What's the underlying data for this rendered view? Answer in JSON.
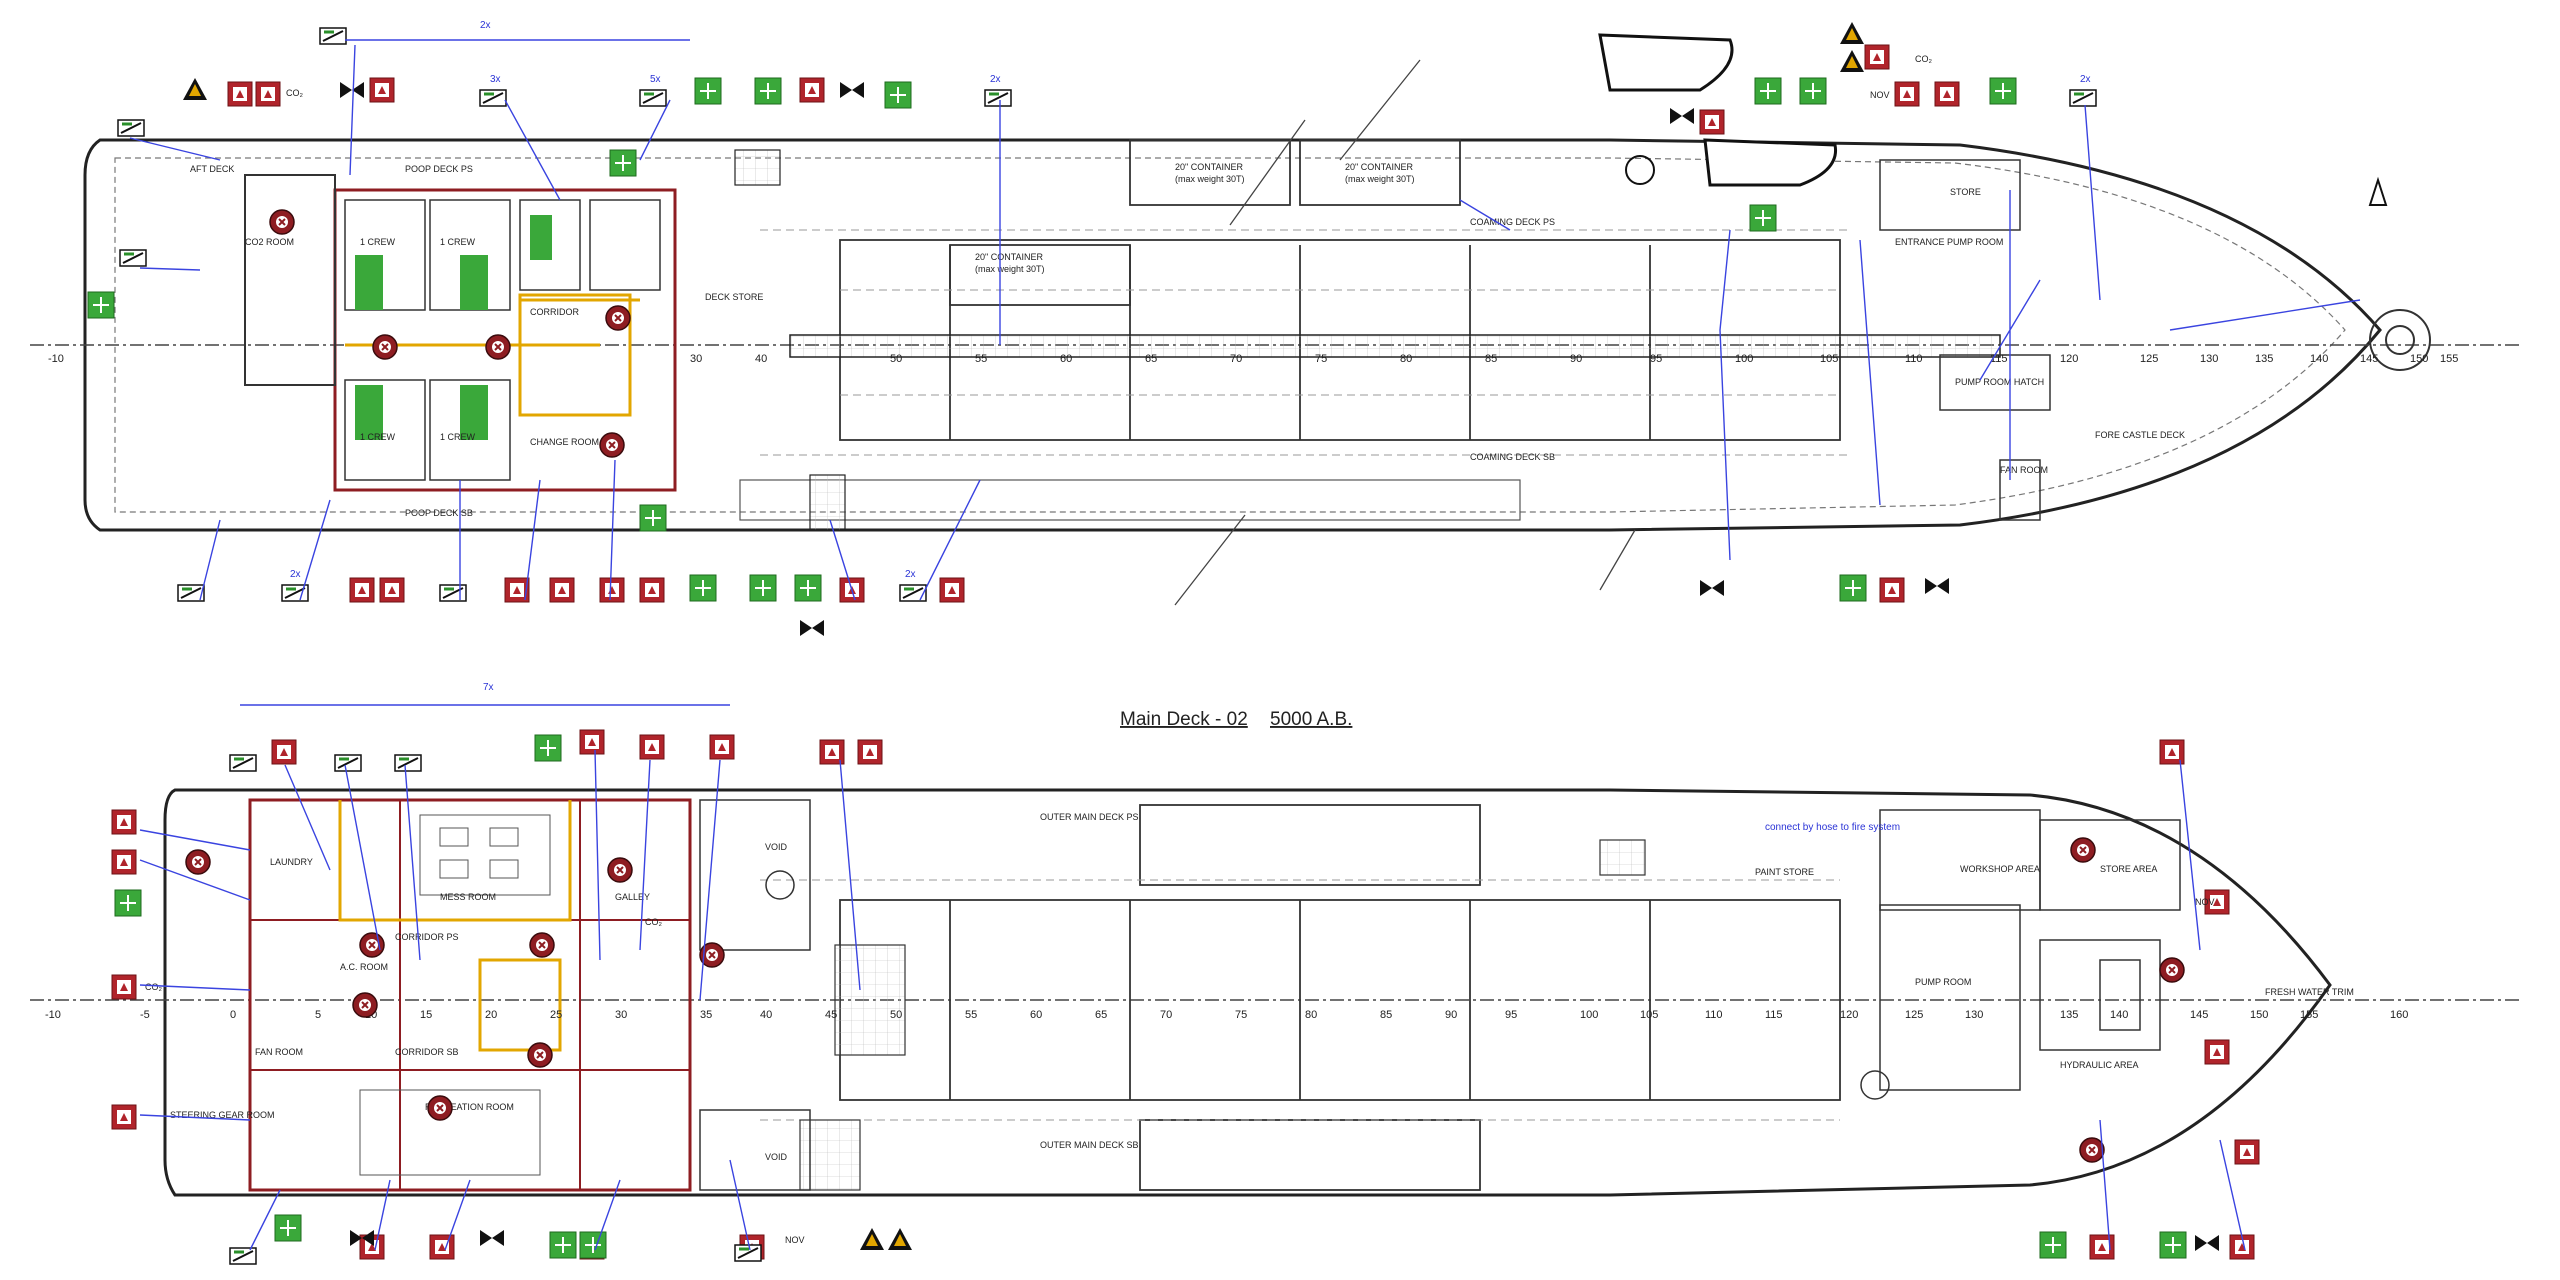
{
  "title": {
    "text": "Main Deck - 02",
    "hp": "5000 A.B."
  },
  "upper": {
    "rooms": [
      {
        "id": "aft_deck",
        "label": "AFT DECK"
      },
      {
        "id": "poop_ps",
        "label": "POOP DECK PS"
      },
      {
        "id": "poop_sb",
        "label": "POOP DECK SB"
      },
      {
        "id": "container1",
        "label": "20\" CONTAINER",
        "sub": "(max weight 30T)"
      },
      {
        "id": "container2",
        "label": "20\" CONTAINER",
        "sub": "(max weight 30T)"
      },
      {
        "id": "container3",
        "label": "20\" CONTAINER",
        "sub": "(max weight 30T)"
      },
      {
        "id": "coaming_ps",
        "label": "COAMING DECK PS"
      },
      {
        "id": "coaming_sb",
        "label": "COAMING DECK SB"
      },
      {
        "id": "pump_hatch",
        "label": "PUMP ROOM HATCH"
      },
      {
        "id": "forecastle",
        "label": "FORE CASTLE DECK"
      },
      {
        "id": "fan_room",
        "label": "FAN ROOM"
      },
      {
        "id": "store",
        "label": "STORE"
      },
      {
        "id": "entrance_pump",
        "label": "ENTRANCE PUMP ROOM"
      },
      {
        "id": "crew1",
        "label": "1 CREW"
      },
      {
        "id": "crew2",
        "label": "1 CREW"
      },
      {
        "id": "crew3",
        "label": "1 CREW"
      },
      {
        "id": "crew4",
        "label": "1 CREW"
      },
      {
        "id": "change_room",
        "label": "CHANGE ROOM"
      },
      {
        "id": "deck_store",
        "label": "DECK STORE"
      },
      {
        "id": "co2_room",
        "label": "CO2 ROOM"
      },
      {
        "id": "corridor",
        "label": "CORRIDOR"
      }
    ],
    "ticks": [
      "-10",
      "30",
      "40",
      "50",
      "55",
      "60",
      "65",
      "70",
      "75",
      "80",
      "85",
      "90",
      "95",
      "100",
      "105",
      "110",
      "115",
      "120",
      "125",
      "130",
      "135",
      "140",
      "145",
      "150",
      "155"
    ]
  },
  "lower": {
    "rooms": [
      {
        "id": "outer_ps",
        "label": "OUTER MAIN DECK PS"
      },
      {
        "id": "outer_sb",
        "label": "OUTER MAIN DECK SB"
      },
      {
        "id": "mess",
        "label": "MESS ROOM"
      },
      {
        "id": "recreation",
        "label": "RECREATION ROOM"
      },
      {
        "id": "galley",
        "label": "GALLEY"
      },
      {
        "id": "laundry",
        "label": "LAUNDRY"
      },
      {
        "id": "corridor_ps",
        "label": "CORRIDOR PS"
      },
      {
        "id": "corridor_sb",
        "label": "CORRIDOR SB"
      },
      {
        "id": "ac_room",
        "label": "A.C. ROOM"
      },
      {
        "id": "pump_room",
        "label": "PUMP ROOM"
      },
      {
        "id": "workshop",
        "label": "WORKSHOP AREA"
      },
      {
        "id": "store_area",
        "label": "STORE AREA"
      },
      {
        "id": "hydraulic",
        "label": "HYDRAULIC AREA"
      },
      {
        "id": "paint_store",
        "label": "PAINT STORE"
      },
      {
        "id": "steering",
        "label": "STEERING GEAR ROOM"
      },
      {
        "id": "void1",
        "label": "VOID"
      },
      {
        "id": "void2",
        "label": "VOID"
      },
      {
        "id": "fresh_water",
        "label": "FRESH WATER TRIM"
      },
      {
        "id": "fan_room2",
        "label": "FAN ROOM"
      }
    ],
    "note": "connect by hose to fire system",
    "ticks": [
      "-10",
      "-5",
      "0",
      "5",
      "10",
      "15",
      "20",
      "25",
      "30",
      "35",
      "40",
      "45",
      "50",
      "55",
      "60",
      "65",
      "70",
      "75",
      "80",
      "85",
      "90",
      "95",
      "100",
      "105",
      "110",
      "115",
      "120",
      "125",
      "130",
      "135",
      "140",
      "145",
      "150",
      "155",
      "160"
    ]
  },
  "symbols": {
    "co2": "CO₂",
    "nov": "NOV",
    "counts": [
      "2x",
      "3x",
      "5x",
      "7x",
      "2x",
      "2x",
      "2x",
      "2x"
    ]
  },
  "colors": {
    "green": "#3aa83a",
    "red": "#b0242b",
    "blue": "#2a33d6",
    "yellow": "#e2a600",
    "dark_red": "#8e1d22"
  }
}
